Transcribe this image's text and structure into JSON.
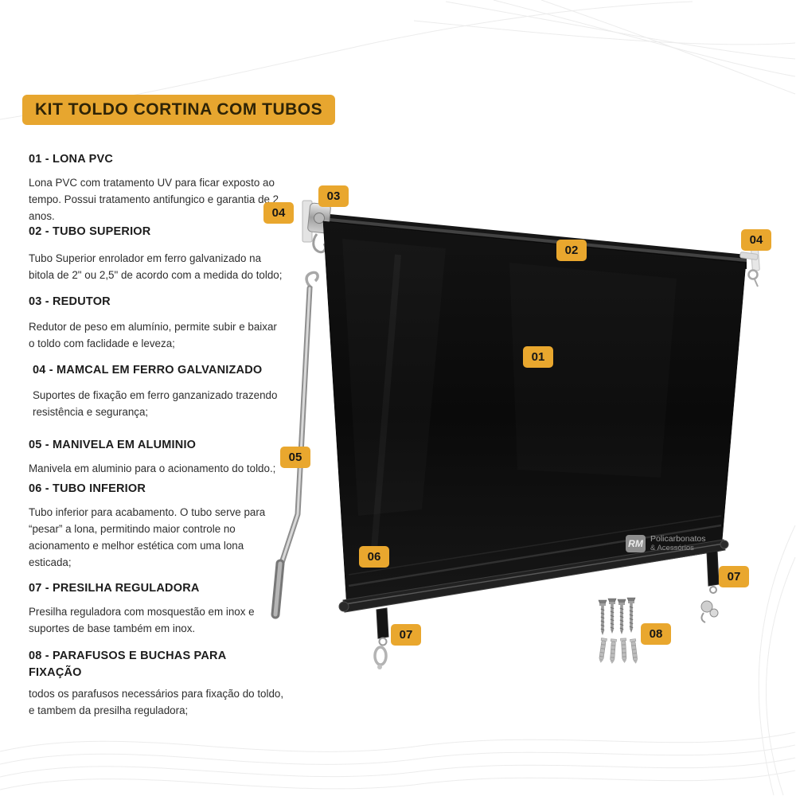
{
  "page": {
    "title": "KIT TOLDO CORTINA COM TUBOS"
  },
  "sections": [
    {
      "heading": "01 - LONA PVC",
      "body": "Lona PVC com tratamento UV para ficar exposto ao tempo. Possui tratamento antifungico e garantia de 2 anos."
    },
    {
      "heading": "02 - TUBO SUPERIOR",
      "body": "Tubo Superior enrolador em ferro galvanizado na bitola de 2\" ou 2,5\" de acordo com a medida do toldo;"
    },
    {
      "heading": "03 - REDUTOR",
      "body": "Redutor de peso em alumínio, permite subir e baixar o toldo com faclidade e leveza;"
    },
    {
      "heading": "04 - MAMCAL  EM FERRO GALVANIZADO",
      "body": "Suportes de fixação em ferro ganzanizado trazendo resistência e segurança;"
    },
    {
      "heading": "05 - MANIVELA EM ALUMINIO",
      "body": "Manivela em aluminio para o acionamento do toldo.;"
    },
    {
      "heading": "06 - TUBO INFERIOR",
      "body": "Tubo inferior para acabamento. O tubo serve para “pesar” a lona, permitindo maior controle no acionamento e melhor estética com uma lona esticada;"
    },
    {
      "heading": "07 - PRESILHA REGULADORA",
      "body": "Presilha reguladora com mosquestão em inox e suportes de base também em inox."
    },
    {
      "heading": "08 - PARAFUSOS E BUCHAS PARA FIXAÇÃO",
      "body": "todos os parafusos necessários para fixação do toldo, e tambem da presilha reguladora;"
    }
  ],
  "badges": [
    "03",
    "04",
    "02",
    "04",
    "01",
    "05",
    "06",
    "07",
    "07",
    "08"
  ],
  "watermark": {
    "logo": "RM",
    "line1": "Policarbonatos",
    "line2": "& Acessórios"
  },
  "colors": {
    "accent": "#E7A62F",
    "badge_text": "#161616",
    "body_text": "#2e2e2e",
    "tarp_black": "#0e0e0e",
    "metal_gray": "#b5b5b5"
  }
}
